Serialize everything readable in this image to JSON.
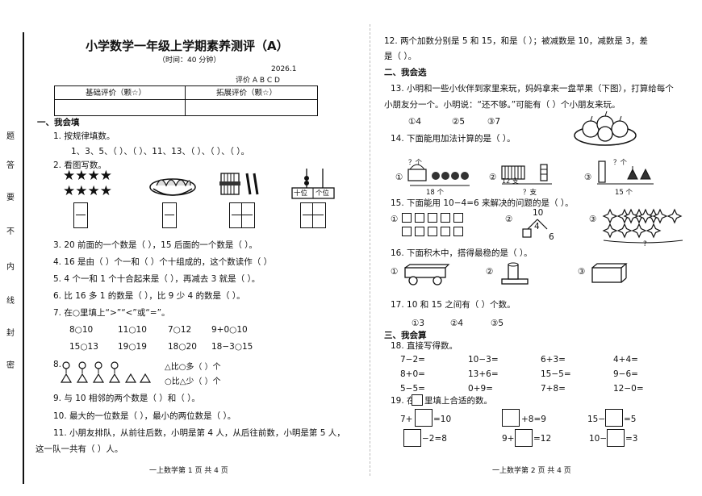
{
  "side_labels": [
    "题",
    "答",
    "要",
    "不",
    "内",
    "线",
    "封",
    "密"
  ],
  "page1": {
    "title": "小学数学一年级上学期素养测评（A）",
    "time": "（时间：40 分钟）",
    "year": "2026.1",
    "grade_line": "评价  A    B    C    D",
    "table": {
      "col1": "基础评价（颗☆）",
      "col2": "拓展评价（颗☆）"
    },
    "section1": "一、我会填",
    "q1": "1. 按规律填数。",
    "q1_seq": "1、3、5、（    ）、（    ）、11、13、（    ）、（    ）、（    ）。",
    "q2": "2. 看图写数。",
    "place_ten": "十位",
    "place_one": "个位",
    "q3": "3.  20 前面的一个数是（    ），15 后面的一个数是（    ）。",
    "q4": "4.  16 是由（     ）个一和（     ）个十组成的，这个数读作（      ）",
    "q5": "5.  4 个一和 1 个十合起来是（     ），再减去 3 就是（     ）。",
    "q6": "6.  比 16 多 1 的数是（     ），比 9 少 4 的数是（     ）。",
    "q7": "7.  在○里填上“>”“<”或“=”。",
    "q7_row1": [
      "8○10",
      "11○10",
      "7○12",
      "9+0○10"
    ],
    "q7_row2": [
      "15○13",
      "19○19",
      "18○20",
      "18−3○15"
    ],
    "q8": "8.",
    "q8_a": "△比○多（     ）个",
    "q8_b": "○比△少（     ）个",
    "q9": "9. 与 10 相邻的两个数是（      ）和（      ）。",
    "q10": "10. 最大的一位数是（      ），最小的两位数是（      ）。",
    "q11": "11. 小朋友排队，从前往后数，小明是第 4 人，从后往前数，小明是第 5 人，",
    "q11_b": "这一队一共有（        ）人。",
    "footer": "一上数学第 1 页  共 4 页"
  },
  "page2": {
    "q12": "12. 两个加数分别是 5 和 15，和是（      ）；被减数是 10，减数是 3，差",
    "q12_b": "是（      ）。",
    "section2": "二、我会选",
    "q13": "13. 小明和一些小伙伴到家里来玩，妈妈拿来一盘苹果（下图），打算给每个",
    "q13_b": "小朋友分一个。小明说：“还不够。”可能有（     ）个小朋友来玩。",
    "q13_opts": [
      "①4",
      "②5",
      "③7"
    ],
    "q14": "14. 下面能用加法计算的是（     ）。",
    "q14_labels": [
      "？个",
      "18 个",
      "12 支",
      "？支",
      "？个",
      "15 个"
    ],
    "q15": "15. 下面能用 10−4=6 来解决的问题的是（     ）。",
    "q15_tree": [
      "10",
      "4",
      "6"
    ],
    "q15_q": "?",
    "q16": "16. 下面积木中，搭得最稳的是（     ）。",
    "q17": "17.   10 和 15 之间有（       ）个数。",
    "q17_opts": [
      "①3",
      "②4",
      "③5"
    ],
    "section3": "三、我会算",
    "q18": "18. 直接写得数。",
    "q18_grid": [
      [
        "7−2=",
        "10−3=",
        "6+3=",
        "4+4="
      ],
      [
        "8+0=",
        "13+6=",
        "15−5=",
        "9−6="
      ],
      [
        "5−5=",
        "0+9=",
        "7+8=",
        "12−0="
      ]
    ],
    "q19": "19. 在",
    "q19_b": "里填上合适的数。",
    "q19_row1": [
      "7+",
      "=10",
      "+8=9",
      "15−",
      "=5"
    ],
    "q19_row2": [
      "−2=8",
      "9+",
      "=12",
      "10−",
      "=3"
    ],
    "opt1": "①",
    "opt2": "②",
    "opt3": "③",
    "footer": "一上数学第 2 页  共 4 页"
  }
}
